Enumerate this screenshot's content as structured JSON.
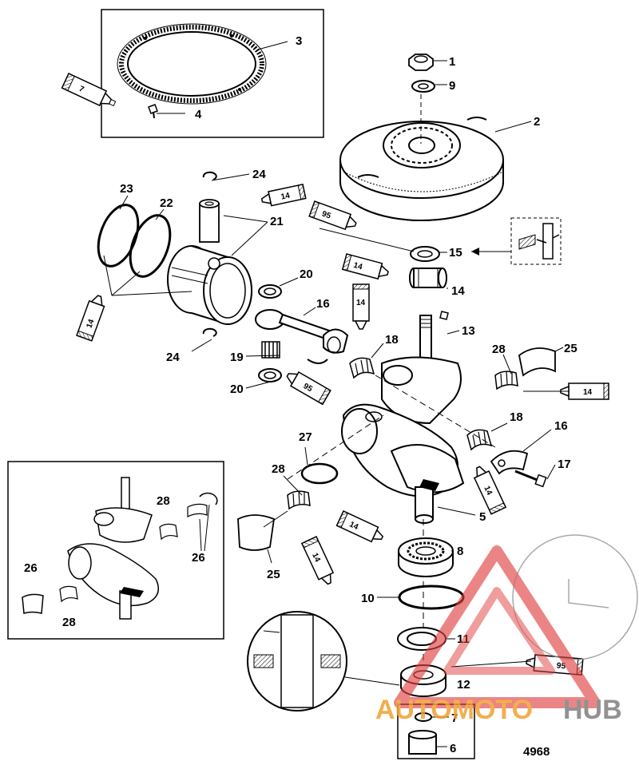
{
  "diagram": {
    "reference_number": "4968",
    "callouts": [
      "1",
      "2",
      "3",
      "4",
      "5",
      "6",
      "7",
      "8",
      "9",
      "10",
      "11",
      "12",
      "13",
      "14",
      "15",
      "16",
      "17",
      "18",
      "19",
      "20",
      "21",
      "22",
      "23",
      "24",
      "25",
      "26",
      "27",
      "28"
    ],
    "tube_labels": {
      "t7": "7",
      "t14": "14",
      "t95": "95"
    },
    "watermark": {
      "part1": "AUTOMOTO",
      "part2": "HUB",
      "color_orange": "#f0a030",
      "color_gray": "#808080",
      "color_red": "#e04040"
    }
  }
}
